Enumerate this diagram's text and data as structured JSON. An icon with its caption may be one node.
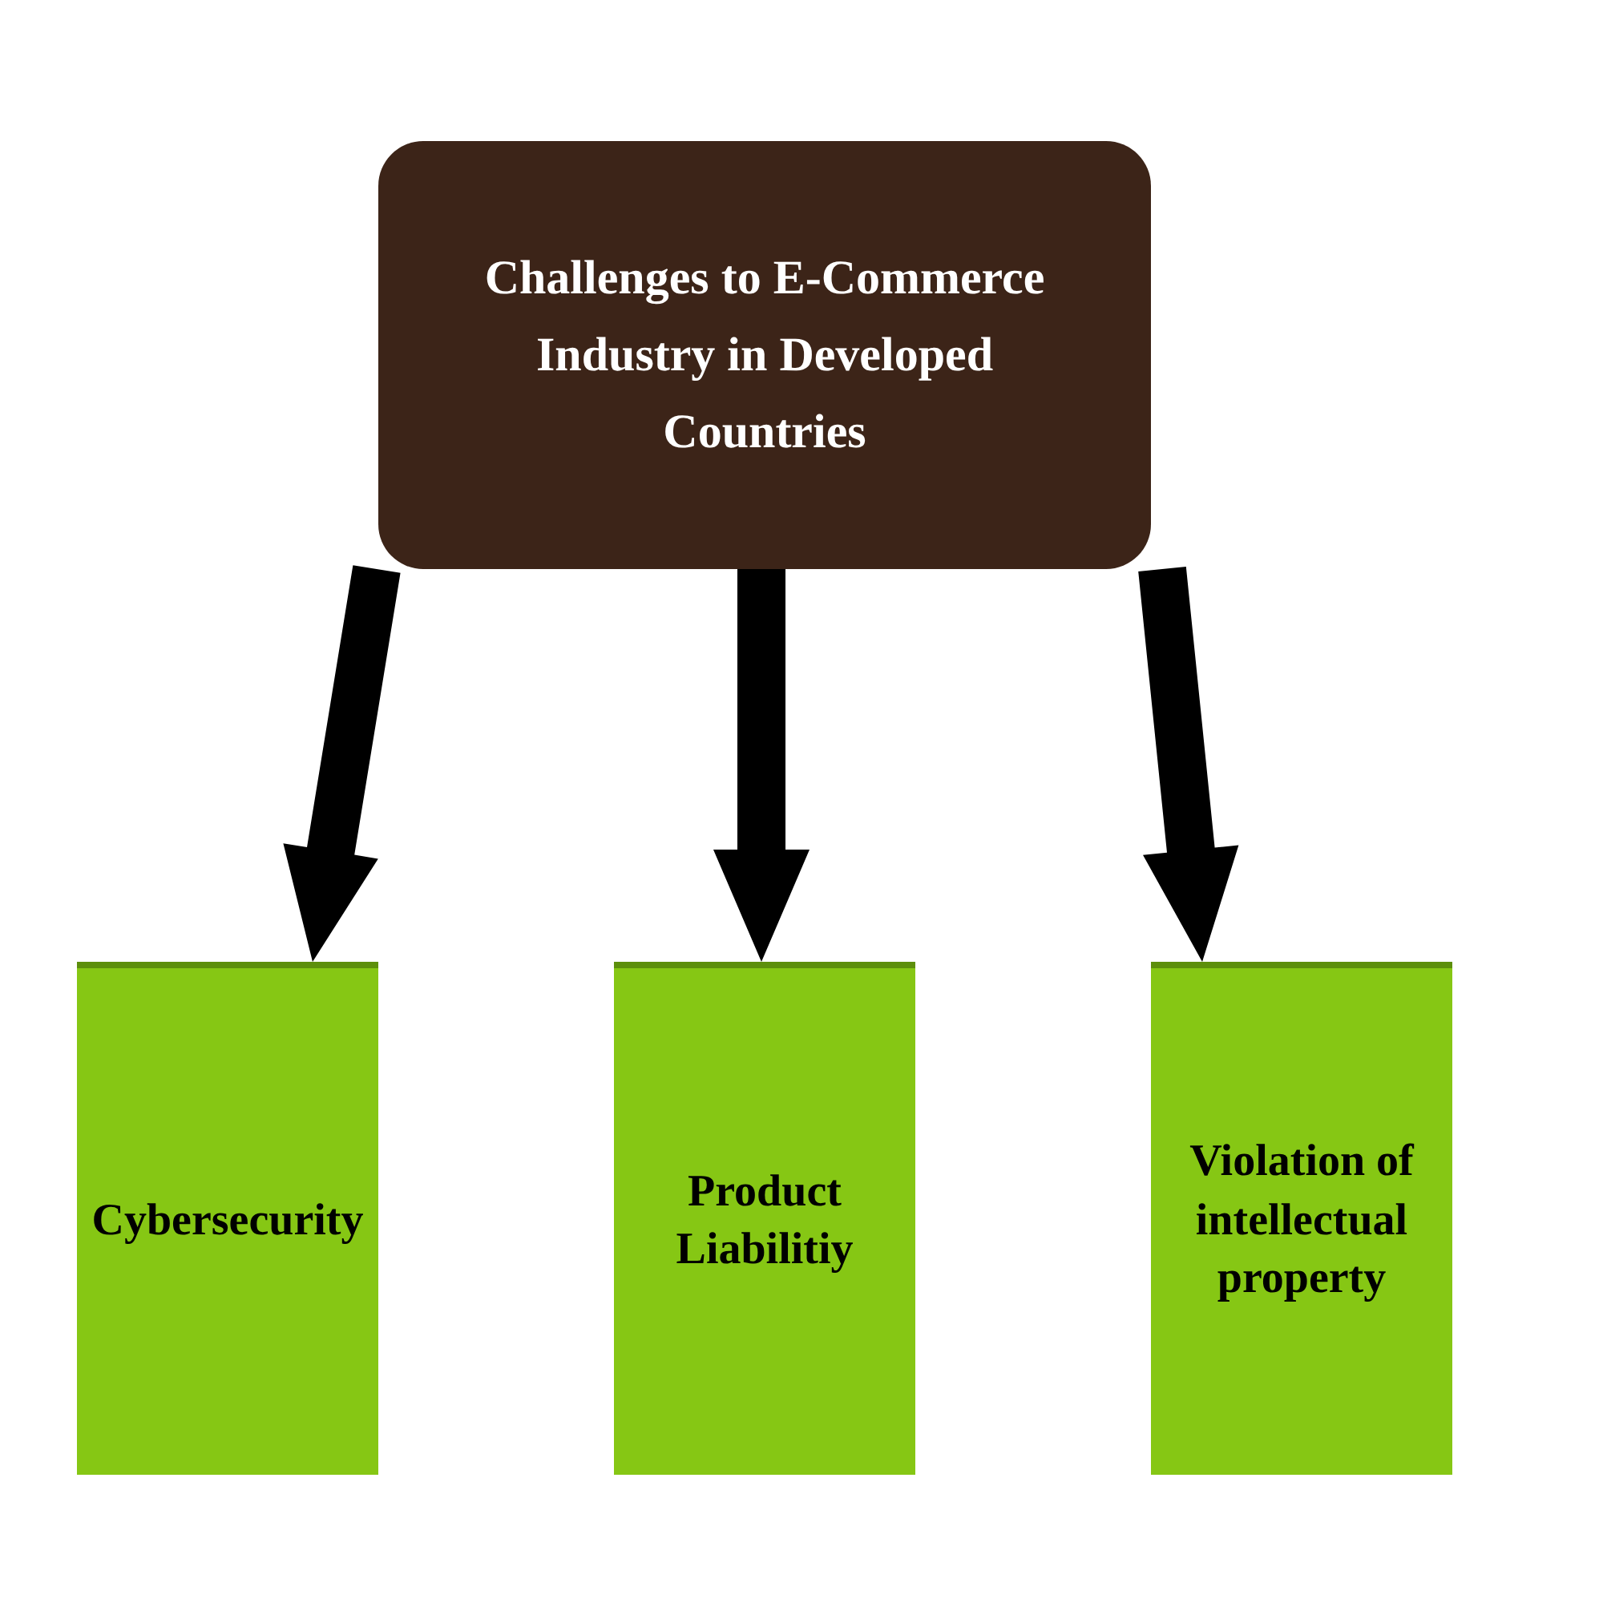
{
  "diagram": {
    "nodes": [
      {
        "text": [
          "Challenges to E-Commerce Industry in Developed Countries"
        ]
      },
      {
        "text": [
          "Cybersecurity"
        ]
      },
      {
        "text": [
          "Product Liabilitiy"
        ]
      },
      {
        "text": [
          "Violation of intellectual property"
        ]
      }
    ],
    "edges": [
      {
        "from": 0,
        "to": 1,
        "arrow": "to",
        "style": "thick"
      },
      {
        "from": 0,
        "to": 2,
        "arrow": "to",
        "style": "thick"
      },
      {
        "from": 0,
        "to": 3,
        "arrow": "to",
        "style": "thick"
      }
    ]
  }
}
